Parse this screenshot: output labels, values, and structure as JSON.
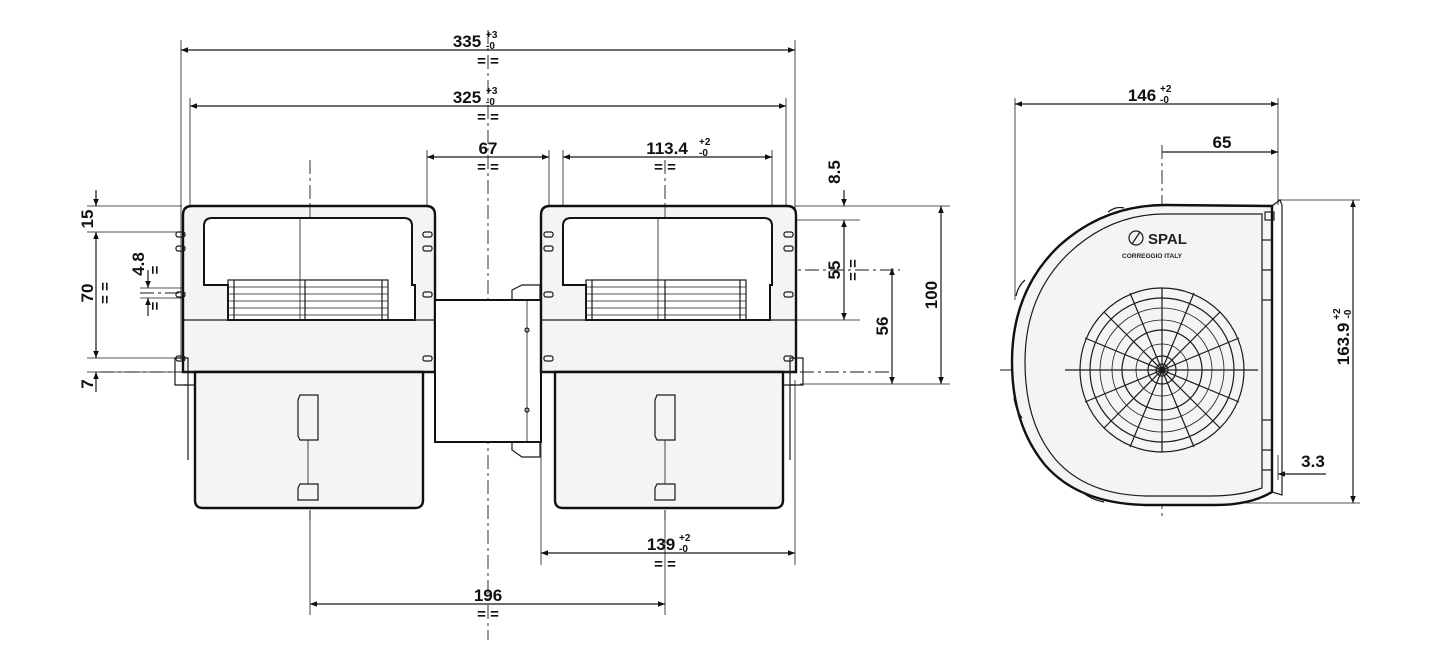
{
  "equal_mark": "= =",
  "equal_mark_single": "=",
  "front_view": {
    "dim_overall": {
      "value": "335",
      "tol_upper": "+3",
      "tol_lower": "-0"
    },
    "dim_inner": {
      "value": "325",
      "tol_upper": "+3",
      "tol_lower": "-0"
    },
    "dim_gap": {
      "value": "67"
    },
    "dim_housing": {
      "value": "113.4",
      "tol_upper": "+2",
      "tol_lower": "-0"
    },
    "dim_top_offset": {
      "value": "8.5"
    },
    "dim_outlet": {
      "value": "55"
    },
    "dim_height": {
      "value": "100"
    },
    "dim_axis": {
      "value": "56"
    },
    "dim_left_top": {
      "value": "15"
    },
    "dim_left_slot": {
      "value": "4.8"
    },
    "dim_left_outlet": {
      "value": "70"
    },
    "dim_left_bottom": {
      "value": "7"
    },
    "dim_width_bottom": {
      "value": "139",
      "tol_upper": "+2",
      "tol_lower": "-0"
    },
    "dim_centers": {
      "value": "196"
    }
  },
  "side_view": {
    "dim_width": {
      "value": "146",
      "tol_upper": "+2",
      "tol_lower": "-0"
    },
    "dim_offset": {
      "value": "65"
    },
    "dim_height": {
      "value": "163.9",
      "tol_upper": "+2",
      "tol_lower": "-0"
    },
    "dim_flange": {
      "value": "3.3"
    },
    "brand_name": "SPAL",
    "brand_sub": "CORREGGIO    ITALY"
  }
}
